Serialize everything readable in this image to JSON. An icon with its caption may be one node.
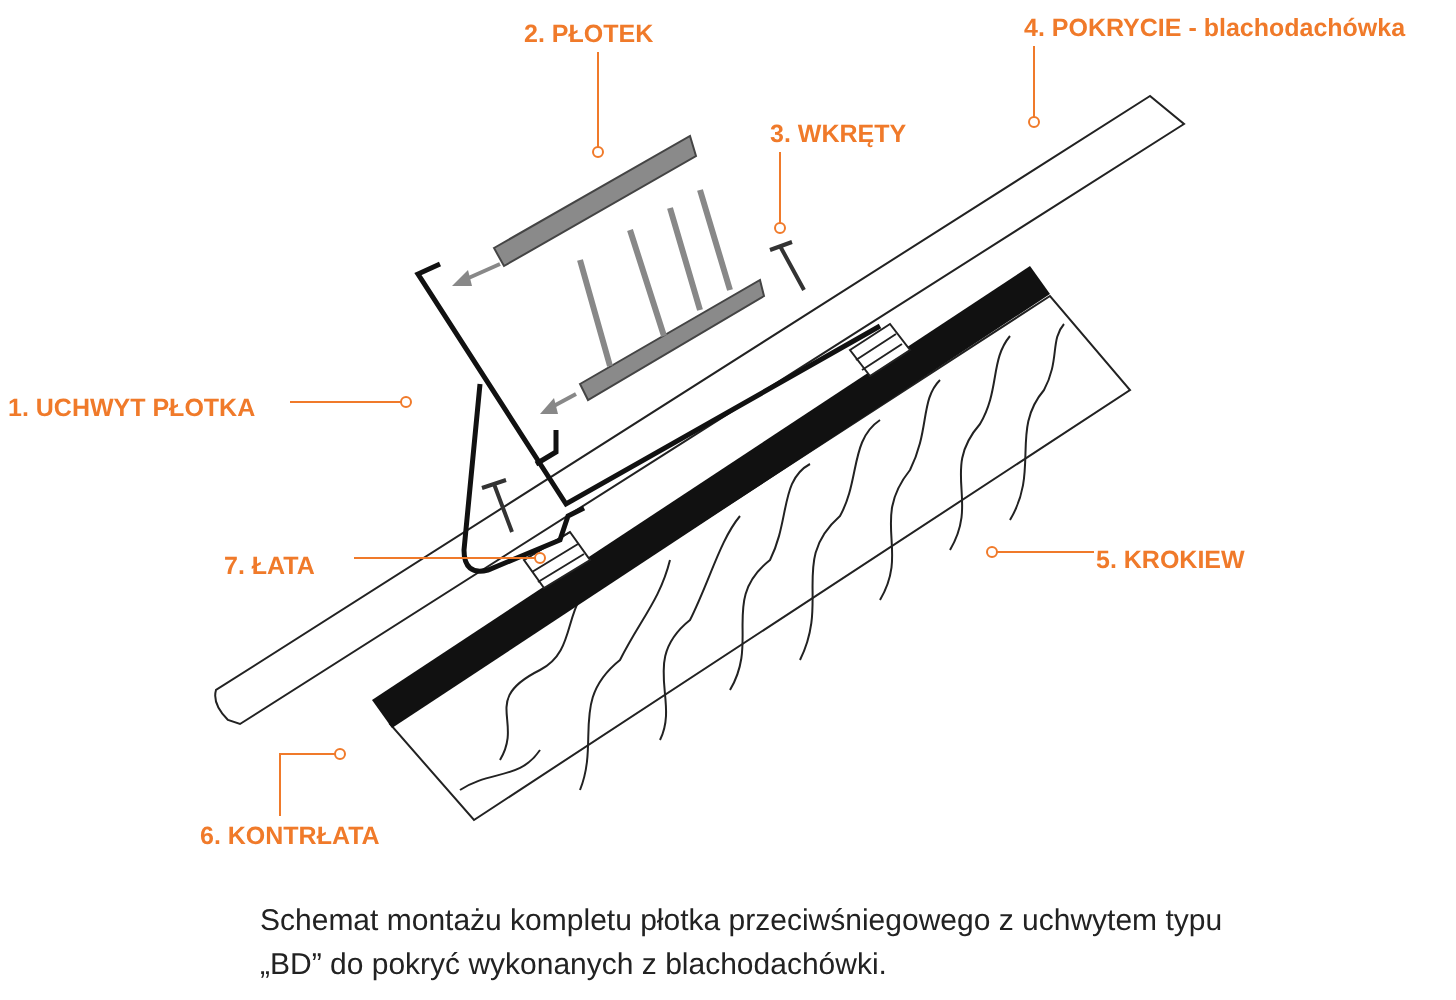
{
  "diagram": {
    "caption": "Schemat montażu kompletu płotka przeciwśniegowego z uchwytem typu „BD” do pokryć wykonanych z blachodachówki.",
    "nodes": [
      {
        "text": [
          "2. PŁOTEK"
        ]
      },
      {
        "text": [
          "3. WKRĘTY"
        ]
      },
      {
        "text": [
          "4. POKRYCIE - blachodachówka"
        ]
      },
      {
        "text": [
          "1. UCHWYT PŁOTKA"
        ]
      },
      {
        "text": [
          "7. ŁATA"
        ]
      },
      {
        "text": [
          "5. KROKIEW"
        ]
      },
      {
        "text": [
          "6. KONTRŁATA"
        ]
      }
    ],
    "edges": [
      {
        "from": 0,
        "to": null,
        "arrow": "other"
      },
      {
        "from": 1,
        "to": null,
        "arrow": "other"
      },
      {
        "from": 2,
        "to": null,
        "arrow": "other"
      },
      {
        "from": 3,
        "to": null,
        "arrow": "other"
      },
      {
        "from": 4,
        "to": null,
        "arrow": "other"
      },
      {
        "from": 5,
        "to": null,
        "arrow": "other"
      },
      {
        "from": 6,
        "to": null,
        "arrow": "other"
      }
    ]
  }
}
